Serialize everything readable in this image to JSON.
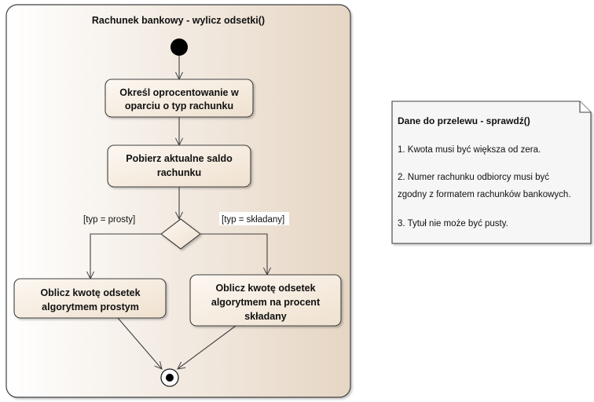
{
  "activity": {
    "title": "Rachunek bankowy - wylicz odsetki()"
  },
  "actions": {
    "determine_interest": [
      "Określ oprocentowanie w",
      "oparciu o typ rachunku"
    ],
    "get_balance": [
      "Pobierz aktualne saldo",
      "rachunku"
    ],
    "simple_interest": [
      "Oblicz kwotę odsetek",
      "algorytmem prostym"
    ],
    "compound_interest": [
      "Oblicz kwotę odsetek",
      "algorytmem na procent",
      "składany"
    ]
  },
  "guards": {
    "simple": "[typ = prosty]",
    "compound": "[typ = składany]"
  },
  "note": {
    "title": "Dane do przelewu - sprawdź()",
    "line1": "1. Kwota musi być większa od zera.",
    "line2a": "2. Numer rachunku odbiorcy musi być",
    "line2b": "zgodny z formatem rachunków bankowych.",
    "line3": "3. Tytuł nie może być pusty."
  },
  "colors": {
    "frame_fill_start": "#ffffff",
    "frame_fill_end": "#e6d6c4",
    "node_fill_start": "#fdf8f2",
    "node_fill_end": "#efe1cf",
    "stroke": "#404040",
    "note_fill": "#f6f6f6"
  }
}
